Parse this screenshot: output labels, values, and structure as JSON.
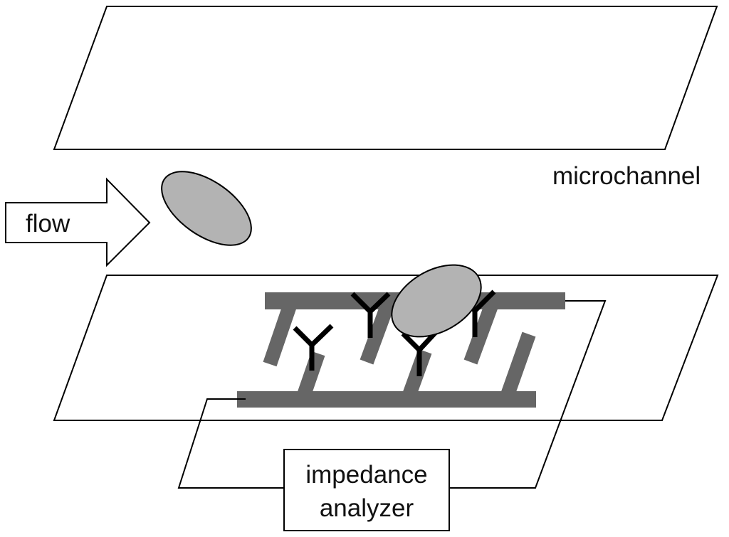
{
  "labels": {
    "microchannel": "microchannel",
    "flow": "flow",
    "impedance_line1": "impedance",
    "impedance_line2": "analyzer"
  },
  "colors": {
    "cell_fill": "#b3b3b3",
    "electrode": "#666666",
    "outline": "#000000",
    "background": "#ffffff"
  }
}
